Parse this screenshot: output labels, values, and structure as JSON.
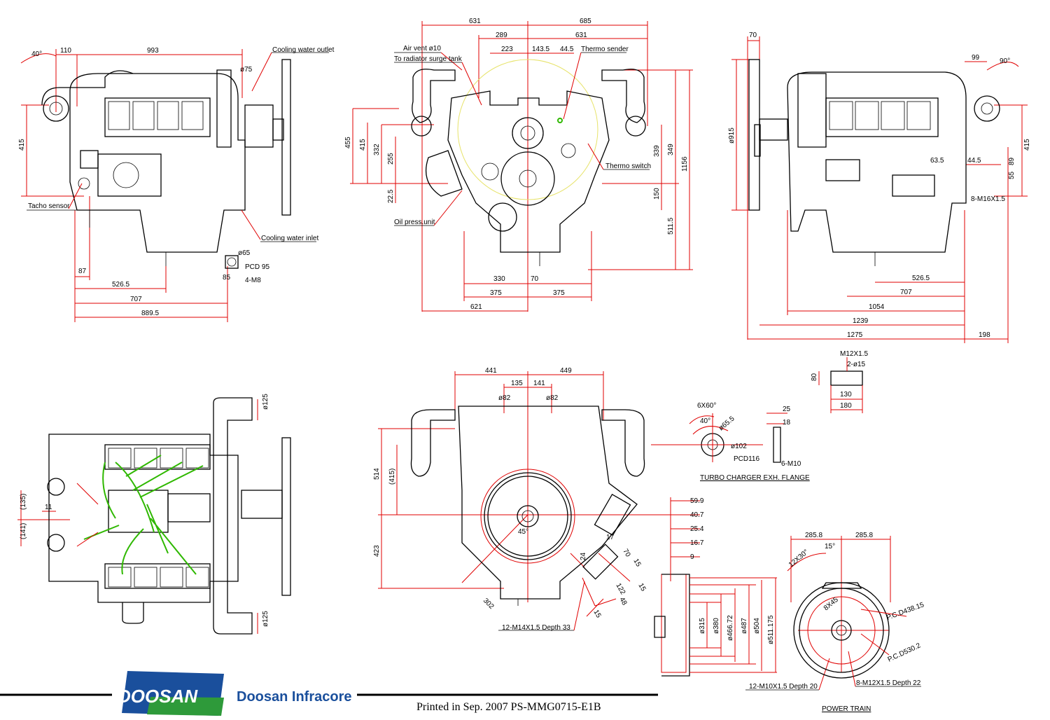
{
  "views": {
    "side_left": {
      "dims": [
        "993",
        "110",
        "40°",
        "415",
        "ø75",
        "87",
        "526.5",
        "707",
        "889.5",
        "ø65",
        "PCD 95",
        "85",
        "4-M8"
      ],
      "callouts": [
        "Cooling water outlet",
        "Tacho sensor",
        "Cooling water inlet"
      ]
    },
    "front": {
      "dims": [
        "631",
        "685",
        "289",
        "631",
        "223",
        "143.5",
        "44.5",
        "455",
        "415",
        "332",
        "255",
        "22.5",
        "339",
        "349",
        "150",
        "1156",
        "511.5",
        "330",
        "70",
        "375",
        "375",
        "621"
      ],
      "callouts": [
        "Air vent ø10",
        "To radiator surge tank",
        "Thermo sender",
        "Thermo switch",
        "Oil press.unit"
      ]
    },
    "side_right": {
      "dims": [
        "70",
        "99",
        "90°",
        "ø915",
        "415",
        "63.5",
        "44.5",
        "89",
        "55",
        "8-M16X1.5",
        "526.5",
        "707",
        "1054",
        "1239",
        "1275",
        "198"
      ]
    },
    "mount_detail": {
      "dims": [
        "M12X1.5",
        "2-ø15",
        "80",
        "130",
        "180"
      ]
    },
    "top": {
      "dims": [
        "ø125",
        "ø125",
        "(135)",
        "11",
        "(141)"
      ]
    },
    "rear": {
      "dims": [
        "441",
        "449",
        "135",
        "141",
        "ø82",
        "ø82",
        "514",
        "(415)",
        "423",
        "45°",
        "302",
        "24",
        "17",
        "70",
        "15",
        "122",
        "48",
        "15",
        "15"
      ],
      "callouts": [
        "12-M14X1.5 Depth 33"
      ]
    },
    "flange": {
      "title": "TURBO CHARGER EXH. FLANGE",
      "dims": [
        "6X60°",
        "40°",
        "ø65.5",
        "ø102",
        "PCD116",
        "25",
        "18",
        "6-M10"
      ]
    },
    "flywheel_section": {
      "dims": [
        "59.9",
        "40.7",
        "25.4",
        "16.7",
        "9",
        "ø315",
        "ø380",
        "ø466.72",
        "ø487",
        "ø504",
        "ø511.175"
      ],
      "callouts": [
        "12-M10X1.5 Depth 20"
      ]
    },
    "power_train": {
      "title": "POWER TRAIN",
      "dims": [
        "285.8",
        "285.8",
        "12X30°",
        "15°",
        "8X45",
        "P.C.D438.15",
        "P.C.D530.2"
      ],
      "callouts": [
        "8-M12X1.5 Depth 22"
      ]
    }
  },
  "footer": {
    "logo_text": "DOOSAN",
    "brand": "Doosan Infracore",
    "print_note": "Printed in Sep. 2007 PS-MMG0715-E1B"
  },
  "colors": {
    "dimension": "#e00000",
    "outline": "#000000",
    "harness": "#2fb800",
    "logo_blue": "#1a4f9c",
    "logo_green": "#2e9a3a"
  }
}
